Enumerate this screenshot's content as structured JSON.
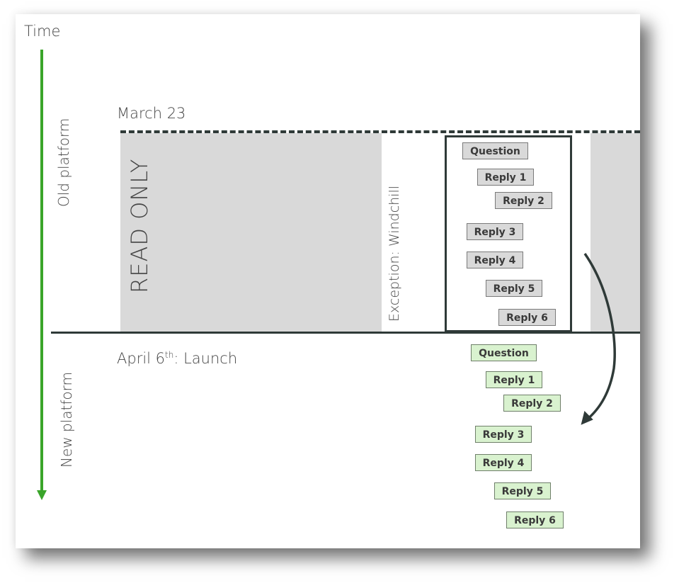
{
  "axis": {
    "label": "Time",
    "color": "#3aa52a"
  },
  "phases": {
    "old": "Old platform",
    "new": "New platform"
  },
  "milestones": {
    "march": "March 23",
    "april_prefix": "April 6",
    "april_sup": "th",
    "april_suffix": ": Launch"
  },
  "blocks": {
    "read_only": "READ ONLY",
    "exception": "Exception: Windchill"
  },
  "old_thread": [
    "Question",
    "Reply 1",
    "Reply 2",
    "Reply 3",
    "Reply 4",
    "Reply 5",
    "Reply 6"
  ],
  "new_thread": [
    "Question",
    "Reply 1",
    "Reply 2",
    "Reply 3",
    "Reply 4",
    "Reply 5",
    "Reply 6"
  ],
  "colors": {
    "old_message": "#d9d9d9",
    "new_message": "#d9f2cf",
    "line": "#2f3a38"
  }
}
